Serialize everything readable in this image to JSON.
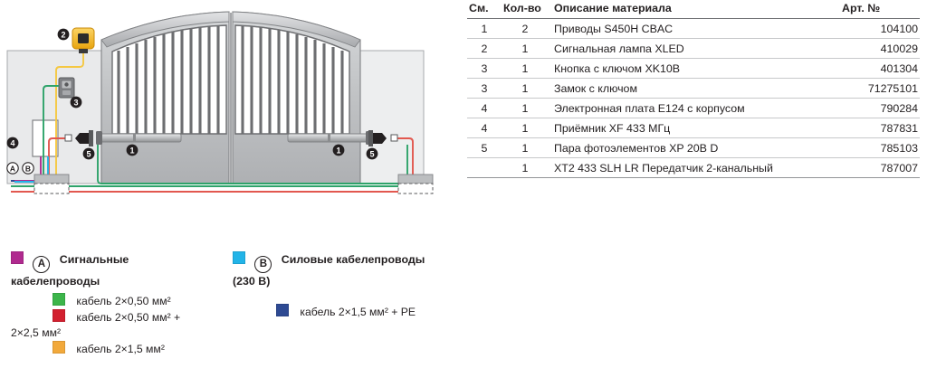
{
  "diagram": {
    "title": "gate-installation-diagram",
    "markers": [
      {
        "id": "1",
        "label": "1",
        "name": "marker-actuator-left"
      },
      {
        "id": "1b",
        "label": "1",
        "name": "marker-actuator-right"
      },
      {
        "id": "2",
        "label": "2",
        "name": "marker-signal-lamp"
      },
      {
        "id": "3",
        "label": "3",
        "name": "marker-key-switch"
      },
      {
        "id": "4",
        "label": "4",
        "name": "marker-control-unit"
      },
      {
        "id": "5",
        "label": "5",
        "name": "marker-photocell-left"
      },
      {
        "id": "5b",
        "label": "5",
        "name": "marker-photocell-right"
      }
    ],
    "conduit_markers": [
      {
        "label": "A",
        "name": "conduit-marker-a"
      },
      {
        "label": "B",
        "name": "conduit-marker-b"
      }
    ],
    "colors": {
      "lamp": "#F5B722",
      "lamp_dark": "#E09A10",
      "gate_fill": "#BCBEC0",
      "gate_dark": "#939598",
      "pillar": "#E6E7E8",
      "cable_yellow": "#F5C842",
      "cable_green": "#2EA36A",
      "cable_red": "#E2584F",
      "cable_cyan": "#22B4E8",
      "cable_magenta": "#B02A8F",
      "cable_navy": "#2E4A93"
    }
  },
  "table": {
    "headers": {
      "see": "См.",
      "qty": "Кол-во",
      "desc": "Описание материала",
      "art": "Арт. №"
    },
    "rows": [
      {
        "see": "1",
        "qty": "2",
        "desc": "Приводы S450H CBAC",
        "art": "104100"
      },
      {
        "see": "2",
        "qty": "1",
        "desc": "Сигнальная лампа XLED",
        "art": "410029"
      },
      {
        "see": "3",
        "qty": "1",
        "desc": "Кнопка с ключом XK10B",
        "art": "401304"
      },
      {
        "see": "3",
        "qty": "1",
        "desc": "Замок с ключом",
        "art": "71275101"
      },
      {
        "see": "4",
        "qty": "1",
        "desc": "Электронная плата E124 с корпусом",
        "art": "790284"
      },
      {
        "see": "4",
        "qty": "1",
        "desc": "Приёмник XF 433 МГц",
        "art": "787831"
      },
      {
        "see": "5",
        "qty": "1",
        "desc": "Пара фотоэлементов XP 20B D",
        "art": "785103"
      },
      {
        "see": "",
        "qty": "1",
        "desc": "XT2 433 SLH LR Передатчик 2-канальный",
        "art": "787007"
      }
    ]
  },
  "legend": {
    "a": {
      "badge": "A",
      "swatch_color": "#b02a8f",
      "title_line1": "Сигнальные",
      "title_line2": "кабелепроводы",
      "items": [
        {
          "color": "#3cb54a",
          "text": "кабель 2×0,50 мм²"
        },
        {
          "color": "#d2202f",
          "text": "кабель 2×0,50 мм² +",
          "text2": "2×2,5 мм²"
        },
        {
          "color": "#f2a93b",
          "text": "кабель 2×1,5 мм²"
        }
      ]
    },
    "b": {
      "badge": "B",
      "swatch_color": "#22b4e8",
      "title_line1": "Силовые кабелепроводы",
      "title_line2": "(230 В)",
      "items": [
        {
          "color": "#2e4a93",
          "text": "кабель 2×1,5 мм² + PE"
        }
      ]
    }
  }
}
